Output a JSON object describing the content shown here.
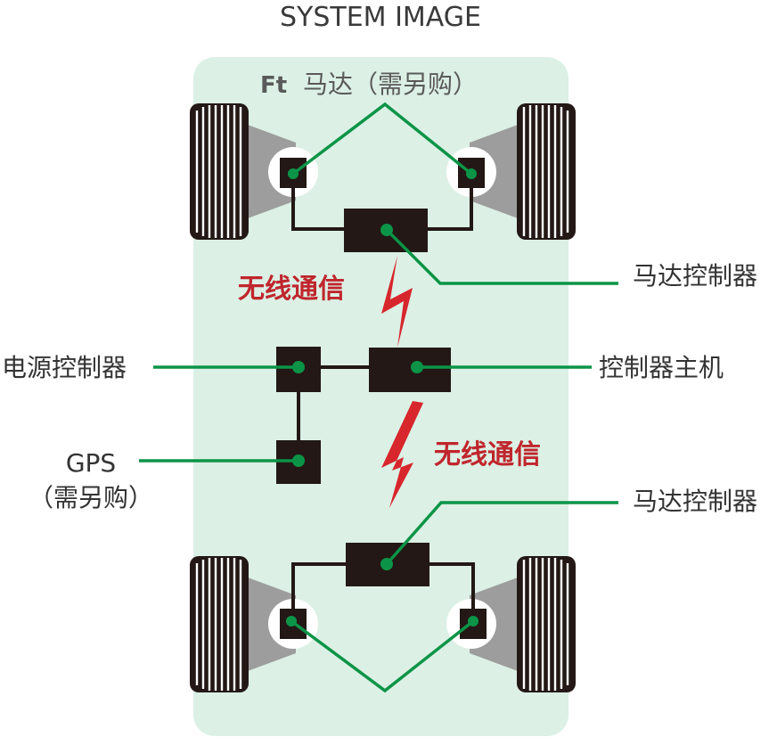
{
  "title": "SYSTEM IMAGE",
  "labels": {
    "front_prefix": "Ft",
    "front_motor": "马达（需另购）",
    "motor_controller_top": "马达控制器",
    "wireless_top": "无线通信",
    "power_controller": "电源控制器",
    "controller_host": "控制器主机",
    "gps": "GPS",
    "gps_note": "（需另购）",
    "wireless_bottom": "无线通信",
    "motor_controller_bottom": "马达控制器"
  },
  "colors": {
    "body_bg": "#dcf0e5",
    "box": "#231815",
    "green_line": "#0b9447",
    "red_text": "#c0262d",
    "bolt": "#d7262c",
    "tire_gray": "#9d9d9d"
  }
}
